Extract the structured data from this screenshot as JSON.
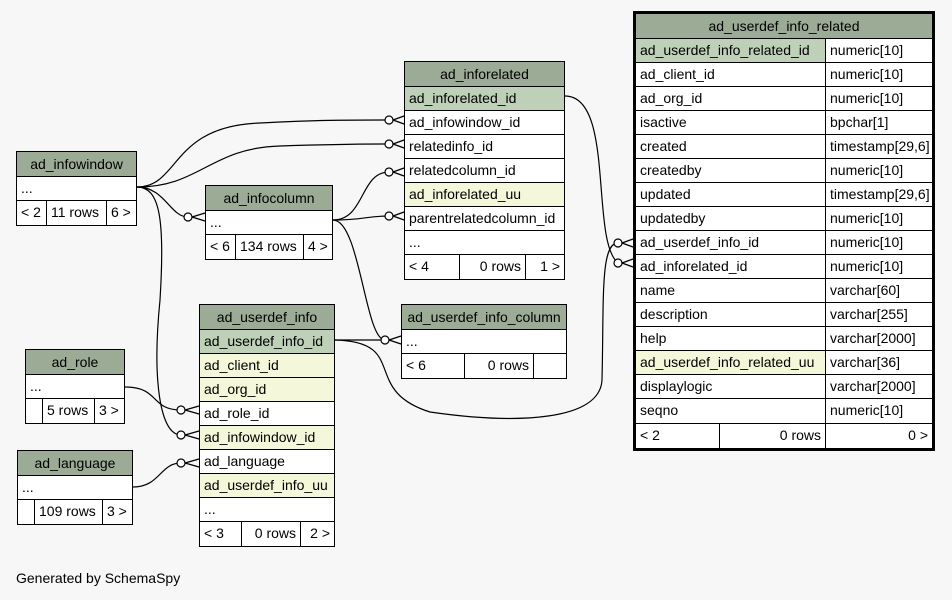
{
  "credit": "Generated by SchemaSpy",
  "tables": {
    "ad_infowindow": {
      "name": "ad_infowindow",
      "ellipsis": "...",
      "parents": "< 2",
      "rows": "11 rows",
      "children": "6 >"
    },
    "ad_infocolumn": {
      "name": "ad_infocolumn",
      "ellipsis": "...",
      "parents": "< 6",
      "rows": "134 rows",
      "children": "4 >"
    },
    "ad_inforelated": {
      "name": "ad_inforelated",
      "columns": [
        "ad_inforelated_id",
        "ad_infowindow_id",
        "relatedinfo_id",
        "relatedcolumn_id",
        "ad_inforelated_uu",
        "parentrelatedcolumn_id",
        "..."
      ],
      "parents": "< 4",
      "rows": "0 rows",
      "children": "1 >"
    },
    "ad_userdef_info_column": {
      "name": "ad_userdef_info_column",
      "ellipsis": "...",
      "parents": "< 6",
      "rows": "0 rows",
      "children": ""
    },
    "ad_role": {
      "name": "ad_role",
      "ellipsis": "...",
      "parents": "",
      "rows": "5 rows",
      "children": "3 >"
    },
    "ad_language": {
      "name": "ad_language",
      "ellipsis": "...",
      "parents": "",
      "rows": "109 rows",
      "children": "3 >"
    },
    "ad_userdef_info": {
      "name": "ad_userdef_info",
      "columns": [
        "ad_userdef_info_id",
        "ad_client_id",
        "ad_org_id",
        "ad_role_id",
        "ad_infowindow_id",
        "ad_language",
        "ad_userdef_info_uu",
        "..."
      ],
      "parents": "< 3",
      "rows": "0 rows",
      "children": "2 >"
    },
    "ad_userdef_info_related": {
      "name": "ad_userdef_info_related",
      "columns": [
        {
          "name": "ad_userdef_info_related_id",
          "type": "numeric[10]"
        },
        {
          "name": "ad_client_id",
          "type": "numeric[10]"
        },
        {
          "name": "ad_org_id",
          "type": "numeric[10]"
        },
        {
          "name": "isactive",
          "type": "bpchar[1]"
        },
        {
          "name": "created",
          "type": "timestamp[29,6]"
        },
        {
          "name": "createdby",
          "type": "numeric[10]"
        },
        {
          "name": "updated",
          "type": "timestamp[29,6]"
        },
        {
          "name": "updatedby",
          "type": "numeric[10]"
        },
        {
          "name": "ad_userdef_info_id",
          "type": "numeric[10]"
        },
        {
          "name": "ad_inforelated_id",
          "type": "numeric[10]"
        },
        {
          "name": "name",
          "type": "varchar[60]"
        },
        {
          "name": "description",
          "type": "varchar[255]"
        },
        {
          "name": "help",
          "type": "varchar[2000]"
        },
        {
          "name": "ad_userdef_info_related_uu",
          "type": "varchar[36]"
        },
        {
          "name": "displaylogic",
          "type": "varchar[2000]"
        },
        {
          "name": "seqno",
          "type": "numeric[10]"
        }
      ],
      "parents": "< 2",
      "rows": "0 rows",
      "children": "0 >"
    }
  },
  "colors": {
    "header": "#9bab96",
    "primary_key": "#bed1b8",
    "foreign_key": "#f4f7da",
    "background": "#f7f7f7"
  }
}
